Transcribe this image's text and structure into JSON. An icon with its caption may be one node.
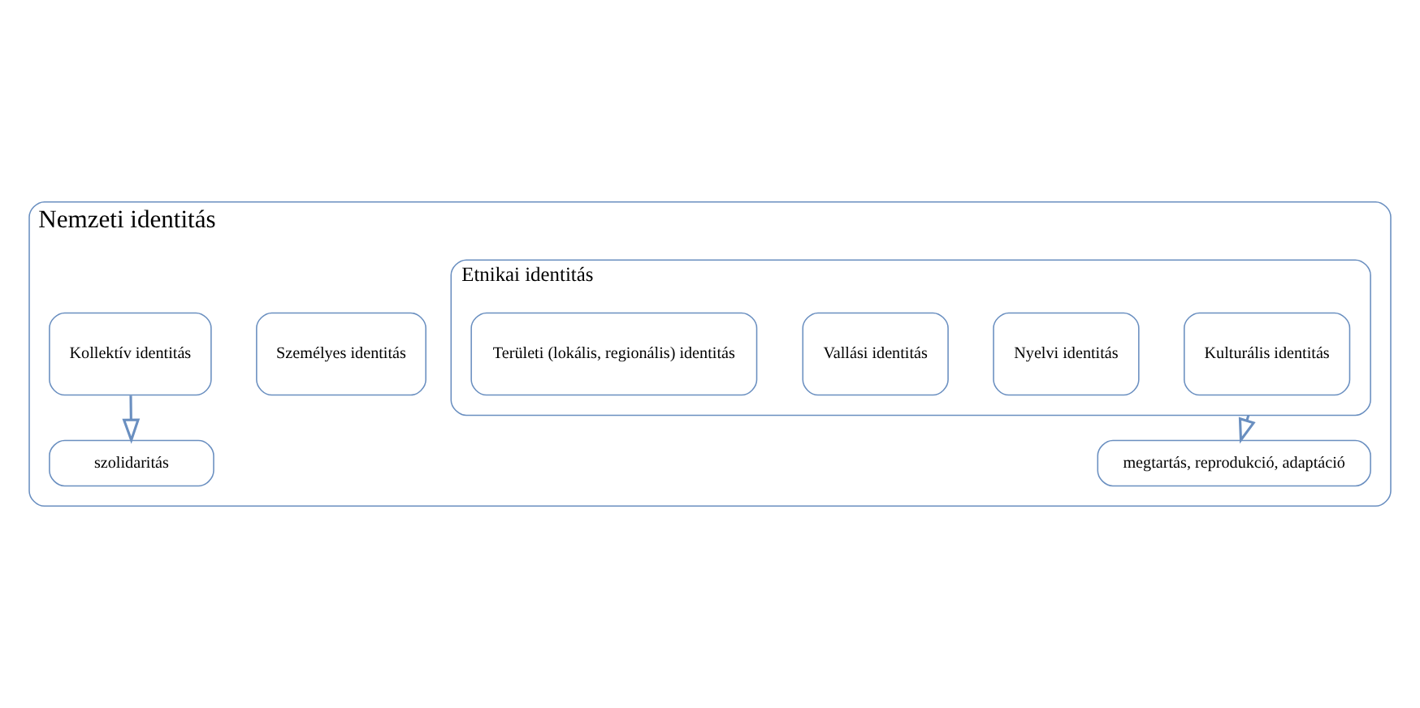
{
  "diagram": {
    "nodes": [
      {
        "text": [
          "Nemzeti identitás"
        ]
      },
      {
        "text": [
          "megtartás, reprodukció, adaptáció"
        ],
        "in": 0
      },
      {
        "text": [
          "Etnikai identitás"
        ],
        "in": 0
      },
      {
        "text": [
          "Személyes identitás"
        ],
        "in": 0
      },
      {
        "text": [
          "Kollektív identitás"
        ],
        "in": 0
      },
      {
        "text": [
          "Kulturális identitás"
        ],
        "in": 2
      },
      {
        "text": [
          "Nyelvi identitás"
        ],
        "in": 2
      },
      {
        "text": [
          "Vallási identitás"
        ],
        "in": 2
      },
      {
        "text": [
          "Területi (lokális, regionális) identitás"
        ],
        "in": 2
      },
      {
        "text": [
          "szolidaritás"
        ],
        "in": 0
      }
    ],
    "edges": [
      {
        "from": 2,
        "to": 1,
        "arrow": "to"
      },
      {
        "from": 4,
        "to": 9,
        "arrow": "to"
      }
    ]
  }
}
